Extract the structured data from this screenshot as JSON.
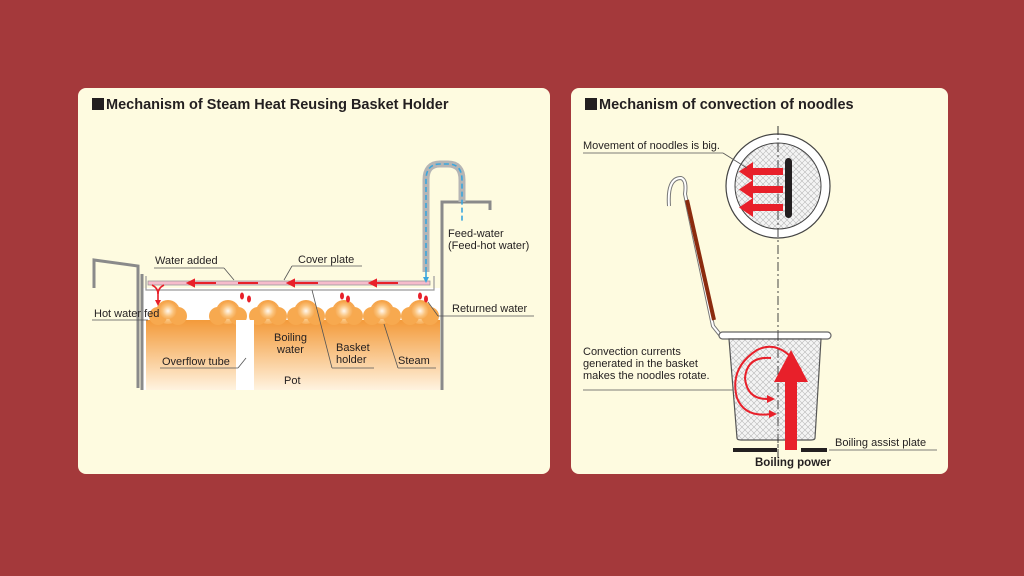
{
  "background_color": "#a4393b",
  "panel_color": "#fefbe0",
  "accent_red": "#e8202a",
  "steam_orange": "#f39a3a",
  "feed_blue": "#3aa6dd",
  "left_panel": {
    "title": "Mechanism of Steam Heat Reusing Basket Holder",
    "labels": {
      "water_added": "Water added",
      "cover_plate": "Cover plate",
      "feed_water_1": "Feed-water",
      "feed_water_2": "(Feed-hot water)",
      "hot_water_fed": "Hot water fed",
      "returned_water": "Returned water",
      "boiling_water_1": "Boiling",
      "boiling_water_2": "water",
      "basket_holder_1": "Basket",
      "basket_holder_2": "holder",
      "steam": "Steam",
      "overflow_tube": "Overflow tube",
      "pot": "Pot"
    }
  },
  "right_panel": {
    "title": "Mechanism of convection of noodles",
    "labels": {
      "movement": "Movement of noodles is big.",
      "convection_1": "Convection currents",
      "convection_2": "generated in the basket",
      "convection_3": "makes the noodles rotate.",
      "assist_plate": "Boiling assist plate",
      "boiling_power": "Boiling power"
    }
  }
}
